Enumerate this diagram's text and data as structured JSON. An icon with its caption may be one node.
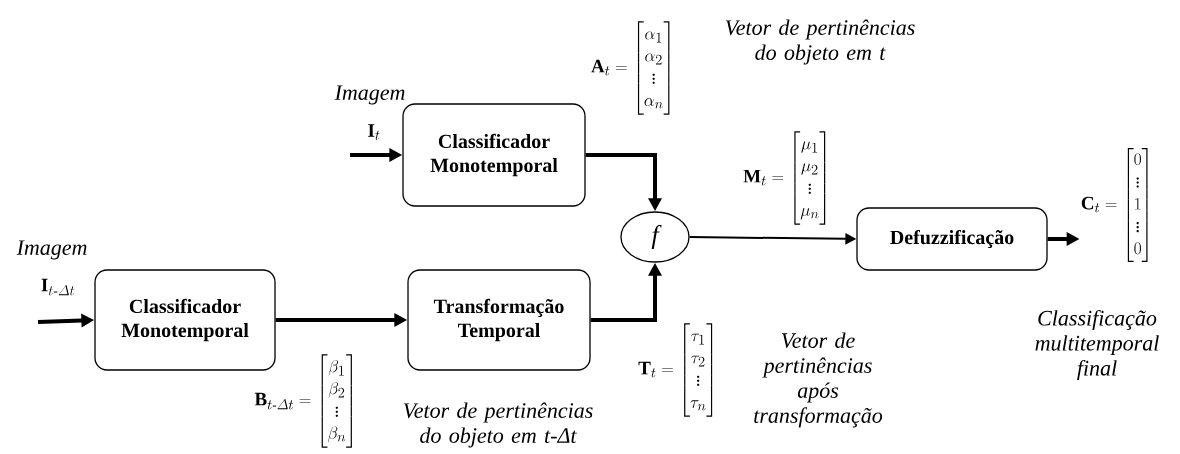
{
  "diagram": {
    "nodes": [
      {
        "text": [
          "Classificador Monotemporal"
        ]
      },
      {
        "text": [
          "Classificador Monotemporal"
        ]
      },
      {
        "text": [
          "Transformação Temporal"
        ]
      },
      {
        "text": [
          "f"
        ]
      },
      {
        "text": [
          "Defuzzificação"
        ]
      },
      {
        "text": [
          "\\mathbf{C}_{t}=\\begin{bmatrix}0\\\\ \\vdots\\\\ 1\\\\ \\vdots\\\\ 0\\end{bmatrix}"
        ]
      }
    ],
    "edges": [
      {
        "from": null,
        "to": 0,
        "arrow": "to"
      },
      {
        "from": null,
        "to": 1,
        "arrow": "to"
      },
      {
        "from": 0,
        "to": 3,
        "arrow": "to"
      },
      {
        "from": 1,
        "to": 2,
        "arrow": "to"
      },
      {
        "from": 2,
        "to": 3,
        "arrow": "to"
      },
      {
        "from": 3,
        "to": 4,
        "arrow": "to"
      },
      {
        "from": 4,
        "to": 5,
        "arrow": "to"
      }
    ],
    "labels": [
      "Vetor de pertinências do objeto em t",
      "\\mathbf{A}_{t}=\\begin{bmatrix}\\alpha_1\\\\ \\alpha_2\\\\ \\vdots\\\\ \\alpha_n\\end{bmatrix}",
      "Imagem",
      "\\mathbf{I}_{t}",
      "\\mathbf{M}_{t}=\\begin{bmatrix}\\mu_1\\\\ \\mu_2\\\\ \\vdots\\\\ \\mu_n\\end{bmatrix}",
      "Imagem",
      "\\mathbf{I}_{t\\text{-}\\varDelta t}",
      "\\mathbf{T}_{t}=\\begin{bmatrix}\\tau_1\\\\ \\tau_2\\\\ \\vdots\\\\ \\tau_n\\end{bmatrix}",
      "Vetor de pertinências após transformação",
      "Classificação multitemporal final",
      "\\mathbf{B}_{t\\text{-}\\varDelta t}=\\begin{bmatrix}\\beta_1\\\\ \\beta_2\\\\ \\vdots\\\\ \\beta_n\\end{bmatrix}",
      "Vetor de pertinências do objeto em t-Δt"
    ]
  }
}
